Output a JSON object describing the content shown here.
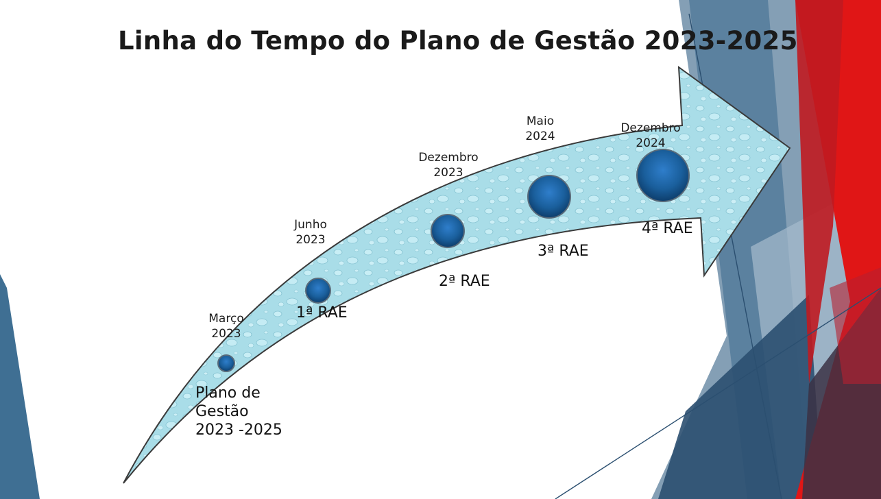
{
  "title": "Linha do Tempo do Plano de Gestão 2023-2025",
  "milestones": [
    {
      "date_line1": "Março",
      "date_line2": "2023",
      "event_line1": "Plano de",
      "event_line2": "Gestão",
      "event_line3": "2023 -2025"
    },
    {
      "date_line1": "Junho",
      "date_line2": "2023",
      "event": "1ª RAE"
    },
    {
      "date_line1": "Dezembro",
      "date_line2": "2023",
      "event": "2ª RAE"
    },
    {
      "date_line1": "Maio",
      "date_line2": "2024",
      "event": "3ª RAE"
    },
    {
      "date_line1": "Dezembro",
      "date_line2": "2024",
      "event": "4ª RAE"
    }
  ],
  "colors": {
    "arrow_fill": "#a6dbe6",
    "arrow_stroke": "#3a3a3a",
    "milestone_dot": "#1e5fa0",
    "accent_red": "#e31d1d",
    "accent_slate": "#3e6e92"
  }
}
